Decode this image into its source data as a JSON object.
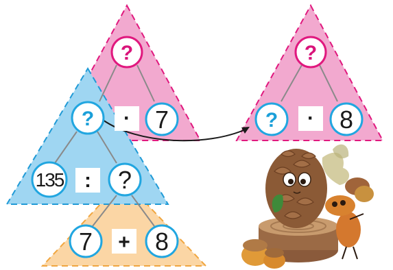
{
  "colors": {
    "pink_fill": "#f2a9cf",
    "pink_stroke": "#e0187e",
    "blue_fill": "#9fd6f2",
    "blue_stroke": "#1f9ad6",
    "orange_fill": "#fbd6a5",
    "orange_stroke": "#f0a640",
    "node_border_pink": "#e0187e",
    "node_border_blue": "#21a6e0",
    "connector": "#8a8a8a"
  },
  "left_pink_triangle": {
    "top_node": "?",
    "left_node": "?",
    "operator": "·",
    "right_node": "7"
  },
  "blue_triangle": {
    "left_node": "135",
    "operator": ":",
    "right_node": "?"
  },
  "orange_triangle": {
    "left_node": "7",
    "operator": "+",
    "right_node": "8"
  },
  "right_pink_triangle": {
    "top_node": "?",
    "left_node": "?",
    "operator": "·",
    "right_node": "8"
  },
  "decoration": {
    "characters": [
      "pinecone-character",
      "acorn-character"
    ]
  }
}
